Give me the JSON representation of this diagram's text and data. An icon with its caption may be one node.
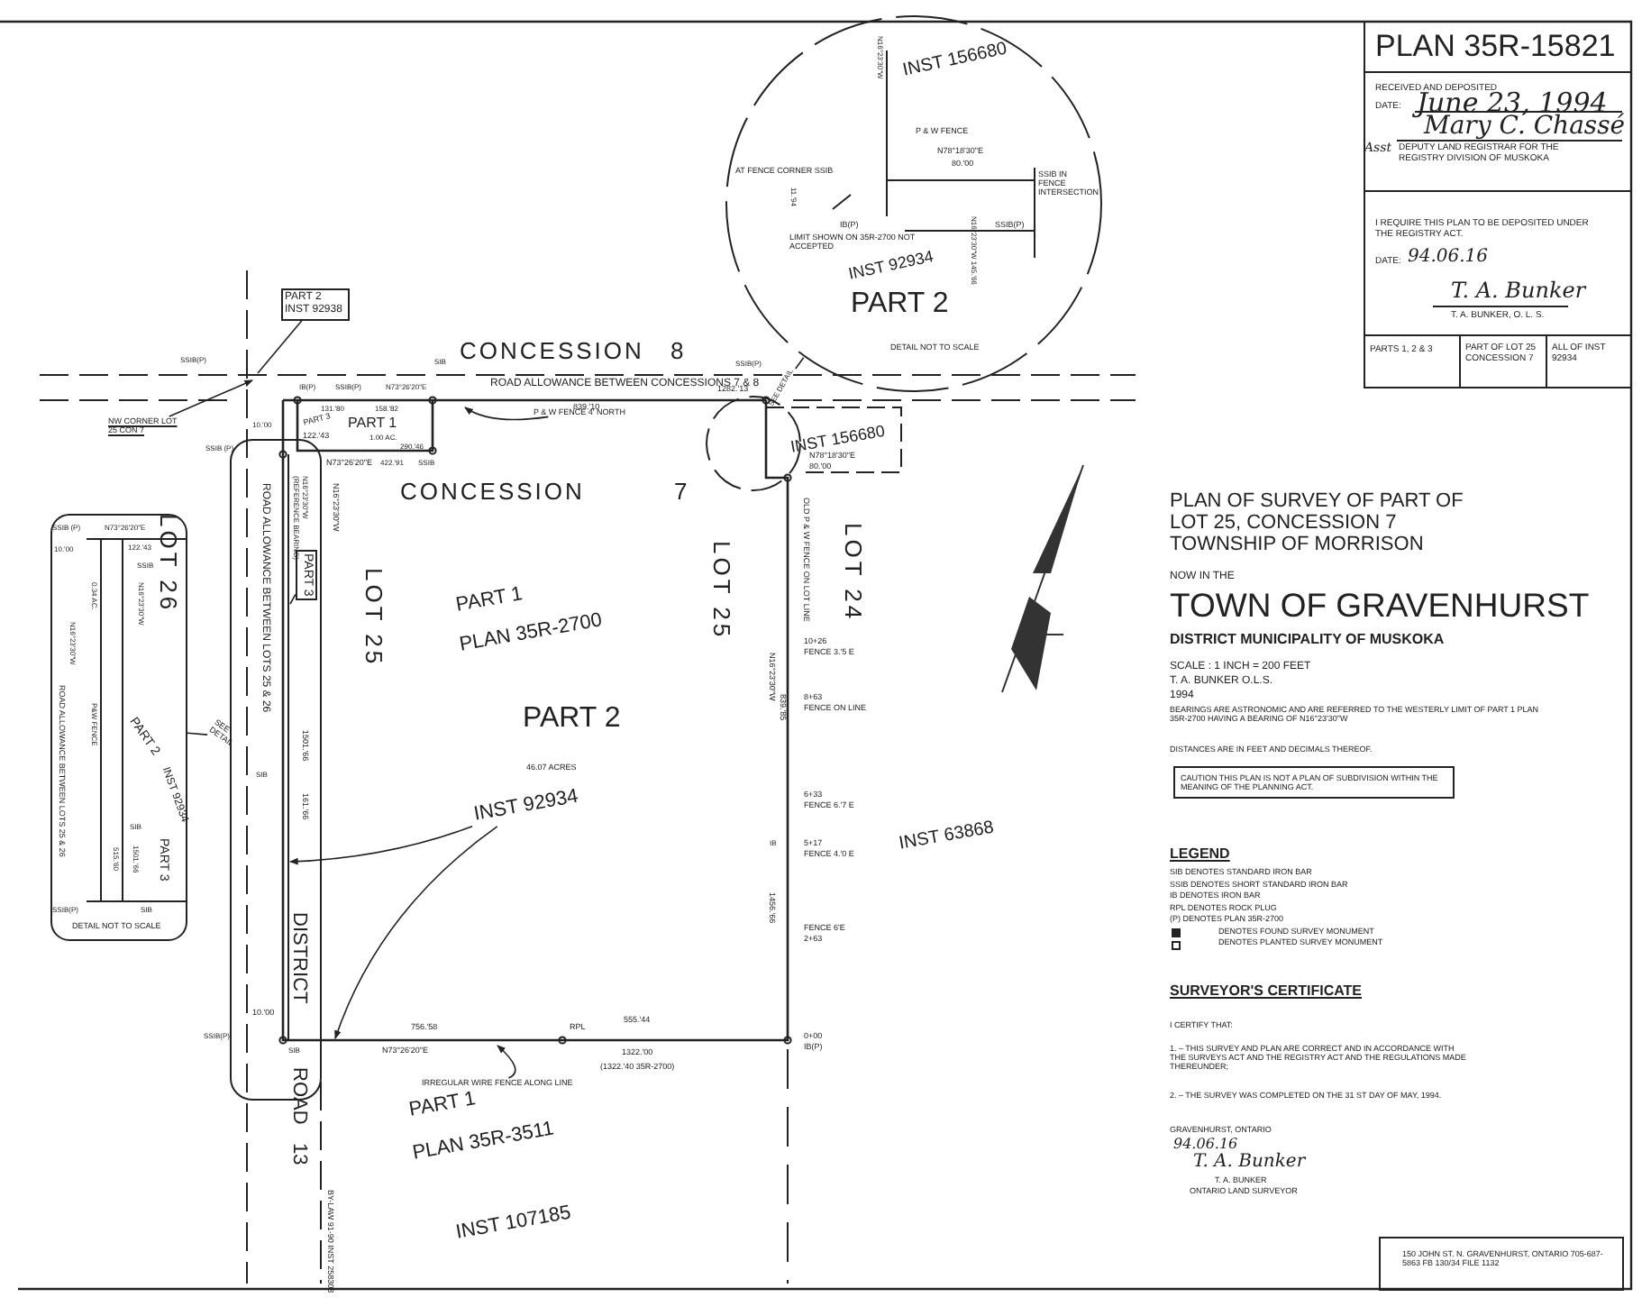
{
  "diagram": {
    "title": "PLAN OF SURVEY OF PART OF LOT 25, CONCESSION 7 TOWNSHIP OF MORRISON",
    "nodes": [
      {
        "text": [
          "PART 2 INST 92938"
        ]
      },
      {
        "text": [
          "PART 3"
        ]
      },
      {
        "text": [
          "INST 156680",
          "P & W FENCE",
          "N78°18'30\"E",
          "80.'00",
          "AT FENCE CORNER SSIB",
          "SSIB IN FENCE INTERSECTION",
          "N16°23'30\"W",
          "11.'94",
          "IB(P)",
          "SSIB(P)",
          "LIMIT SHOWN ON 35R-2700 NOT ACCEPTED",
          "INST 92934",
          "N16°23'30\"W 145.'66",
          "PART 2",
          "DETAIL NOT TO SCALE"
        ]
      },
      {
        "text": [
          "SSIB (P)",
          "N73°26'20\"E",
          "10.'00",
          "122.'43",
          "SSIB",
          "0.34 AC.",
          "N16°23'30\"W",
          "N16°23'30\"W",
          "ROAD ALLOWANCE BETWEEN LOTS 25 & 26",
          "P&W FENCE",
          "PART 2",
          "PART 3",
          "INST 92934",
          "SIB",
          "1501.'66",
          "515.'60",
          "SSIB(P)",
          "SIB",
          "DETAIL NOT TO SCALE"
        ]
      },
      {
        "text": [
          "NW CORNER LOT 25 CON 7"
        ]
      },
      {
        "text": [
          "INST 92934"
        ]
      },
      {
        "text": [
          "IRREGULAR WIRE FENCE ALONG LINE"
        ]
      },
      {
        "text": [
          "P & W FENCE 4' NORTH"
        ]
      },
      {
        "text": [
          "SEE DETAIL"
        ]
      },
      {
        "text": [
          "SEE DETAIL"
        ]
      },
      {
        "text": [
          "CAUTION THIS PLAN IS NOT A PLAN OF SUBDIVISION WITHIN THE MEANING OF THE PLANNING ACT."
        ]
      },
      {
        "text": [
          "150 JOHN ST. N. GRAVENHURST, ONTARIO 705-687-5863 FB 130/34 FILE 1132"
        ]
      }
    ],
    "edges": [
      {
        "from": 0,
        "to": null,
        "arrow": "none"
      },
      {
        "from": 1,
        "to": null,
        "arrow": "none"
      },
      {
        "from": 4,
        "to": null,
        "arrow": "to"
      },
      {
        "from": 5,
        "to": null,
        "arrow": "to"
      },
      {
        "from": 5,
        "to": null,
        "arrow": "to"
      },
      {
        "from": 6,
        "to": null,
        "arrow": "to"
      },
      {
        "from": 7,
        "to": null,
        "arrow": "to"
      },
      {
        "from": 8,
        "to": 2,
        "arrow": "none"
      },
      {
        "from": 9,
        "to": 3,
        "arrow": "none"
      }
    ],
    "labels": [
      "CONCESSION",
      "8",
      "ROAD ALLOWANCE BETWEEN CONCESSIONS 7 & 8",
      "1282.'13",
      "839.'10",
      "CONCESSION",
      "7",
      "LOT 26",
      "LOT 25",
      "LOT 25",
      "LOT 24",
      "ROAD ALLOWANCE BETWEEN LOTS 25 & 26",
      "DISTRICT",
      "ROAD",
      "13",
      "BY-LAW 91-90 INST 258303",
      "PART 1",
      "1.00 AC.",
      "PART 3",
      "SSIB(P)",
      "IB(P)",
      "SSIB(P)",
      "N73°26'20\"E",
      "131.'80",
      "158.'82",
      "SIB",
      "122.'43",
      "290.'46",
      "N73°26'20\"E",
      "422.'91",
      "SSIB",
      "SSIB (P)",
      "10.'00",
      "N16°23'30\"W",
      "(REFERENCE BEARING)",
      "N16°23'30\"W",
      "SIB",
      "1501.'66",
      "161.'66",
      "10.'00",
      "SSIB(P)",
      "SIB",
      "756.'58",
      "N73°26'20\"E",
      "RPL",
      "555.'44",
      "1322.'00",
      "(1322.'40 35R-2700)",
      "0+00",
      "IB(P)",
      "FENCE 6'E",
      "2+63",
      "5+17",
      "FENCE 4.'0 E",
      "6+33",
      "FENCE 6.'7 E",
      "8+63",
      "FENCE ON LINE",
      "10+26",
      "FENCE 3.'5 E",
      "OLD P & W FENCE ON LOT LINE",
      "N16°23'30\"W",
      "839.'85",
      "IB",
      "1456.'66",
      "SSIB(P)",
      "INST 156680",
      "N78°18'30\"E",
      "80.'00",
      "PART 1",
      "PLAN 35R-2700",
      "PART 2",
      "46.07 ACRES",
      "INST 63868",
      "PART 1",
      "PLAN 35R-3511",
      "INST 107185",
      "PLAN 35R-15821",
      "RECEIVED AND DEPOSITED",
      "DATE:",
      "June 23, 1994",
      "Mary C. Chassé",
      "Asst",
      "DEPUTY LAND REGISTRAR FOR THE REGISTRY DIVISION OF MUSKOKA",
      "I REQUIRE THIS PLAN TO BE DEPOSITED UNDER THE REGISTRY ACT.",
      "DATE:",
      "94.06.16",
      "T. A. Bunker",
      "T. A. BUNKER, O. L. S.",
      "PARTS 1, 2 & 3",
      "PART OF LOT 25 CONCESSION 7",
      "ALL OF INST 92934",
      "NOW IN THE",
      "TOWN OF GRAVENHURST",
      "DISTRICT MUNICIPALITY OF MUSKOKA",
      "SCALE : 1 INCH = 200 FEET",
      "T. A. BUNKER O.L.S.",
      "1994",
      "BEARINGS ARE ASTRONOMIC AND ARE REFERRED TO THE WESTERLY LIMIT OF PART 1 PLAN 35R-2700 HAVING A BEARING OF N16°23'30\"W",
      "DISTANCES ARE IN FEET AND DECIMALS THEREOF.",
      "LEGEND",
      "SURVEYOR'S CERTIFICATE",
      "I CERTIFY THAT:",
      "1. – THIS SURVEY AND PLAN ARE CORRECT AND IN ACCORDANCE WITH THE SURVEYS ACT AND THE REGISTRY ACT AND THE REGULATIONS MADE THEREUNDER;",
      "2. – THE SURVEY WAS COMPLETED ON THE 31 ST DAY OF MAY, 1994.",
      "GRAVENHURST, ONTARIO",
      "94.06.16",
      "T. A. Bunker",
      "T. A. BUNKER",
      "ONTARIO LAND SURVEYOR"
    ],
    "legend": [
      {
        "text": "SIB DENOTES STANDARD IRON BAR"
      },
      {
        "text": "SSIB DENOTES SHORT STANDARD IRON BAR"
      },
      {
        "text": "IB DENOTES IRON BAR"
      },
      {
        "text": "RPL DENOTES ROCK PLUG"
      },
      {
        "text": "(P) DENOTES PLAN 35R-2700"
      },
      {
        "text": "DENOTES FOUND SURVEY MONUMENT"
      },
      {
        "text": "DENOTES PLANTED SURVEY MONUMENT"
      }
    ]
  }
}
